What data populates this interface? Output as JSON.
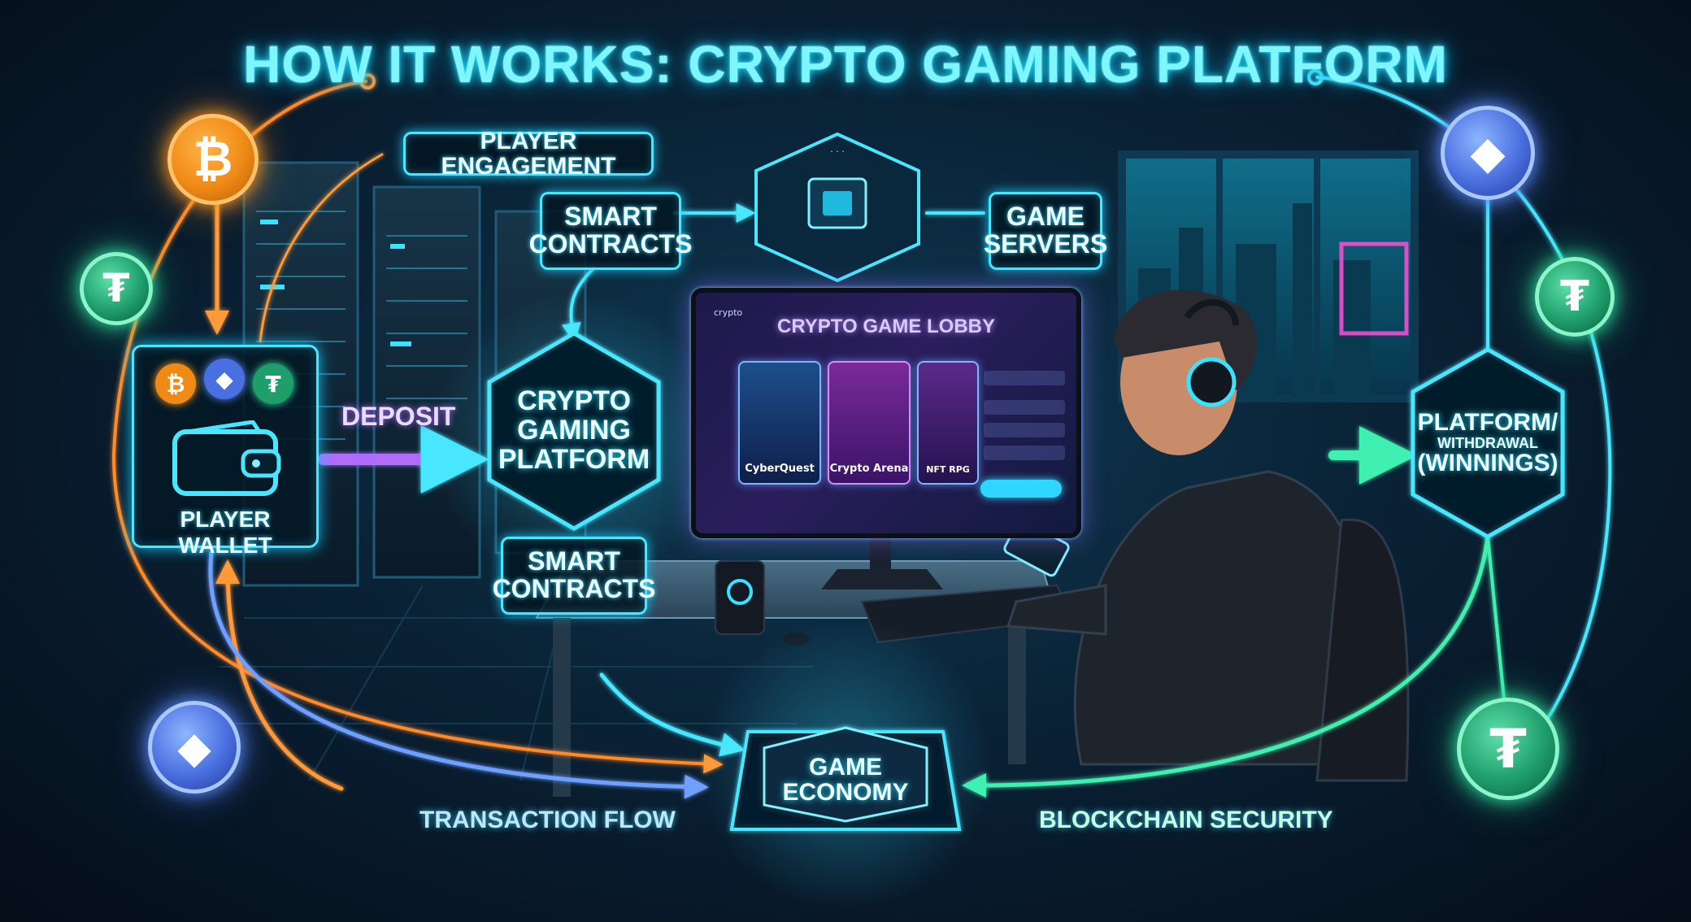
{
  "title": "HOW IT WORKS: CRYPTO GAMING PLATFORM",
  "nodes": {
    "player_engagement": "PLAYER ENGAGEMENT",
    "smart_contracts_top": [
      "SMART",
      "CONTRACTS"
    ],
    "game_servers": [
      "GAME",
      "SERVERS"
    ],
    "crypto_gaming_platform": [
      "CRYPTO",
      "GAMING",
      "PLATFORM"
    ],
    "smart_contracts_bottom": [
      "SMART",
      "CONTRACTS"
    ],
    "player_wallet": "PLAYER WALLET",
    "deposit": "DEPOSIT",
    "platform_withdrawal": [
      "PLATFORM/",
      "WITHDRAWAL",
      "(WINNINGS)"
    ],
    "game_economy": [
      "GAME",
      "ECONOMY"
    ]
  },
  "captions": {
    "transaction_flow": "TRANSACTION FLOW",
    "blockchain_security": "BLOCKCHAIN SECURITY"
  },
  "lobby": {
    "title": "CRYPTO GAME LOBBY",
    "brand": "crypto",
    "games": [
      "CyberQuest",
      "Crypto Arena",
      "NFT RPG"
    ]
  },
  "coins": {
    "btc_symbol": "₿",
    "eth_symbol": "◆",
    "usdt_symbol": "₮"
  },
  "colors": {
    "neon_cyan": "#49e6ff",
    "btc_orange": "#f08a16",
    "eth_blue": "#4a6fe0",
    "usdt_green": "#1f9e6c",
    "flow_purple": "#b06cff",
    "flow_green": "#3ff0b0"
  },
  "icons": [
    "bitcoin-icon",
    "ethereum-icon",
    "tether-icon",
    "wallet-icon",
    "processor-icon",
    "gamer-figure",
    "monitor-icon"
  ]
}
